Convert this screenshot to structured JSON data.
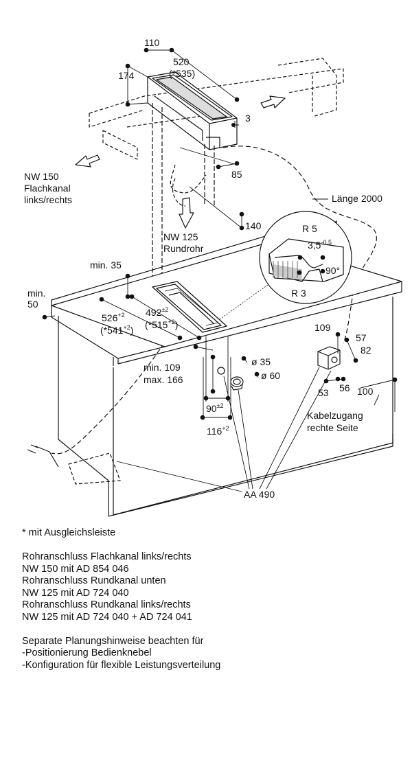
{
  "dims": {
    "d110": "110",
    "d520": "520",
    "d535": "(*535)",
    "d174": "174",
    "d3": "3",
    "d85": "85",
    "d140": "140",
    "min35": "min. 35",
    "min50_a": "min.",
    "min50_b": "50",
    "d526": "526",
    "d526_tol": "+2",
    "d541": "(*541",
    "d541_tol": "+2",
    "d541_close": ")",
    "d492": "492",
    "d492_tol": "±2",
    "d515": "(*515",
    "d515_tol": "+2",
    "d515_close": ")",
    "r5": "R 5",
    "d35": "3,5",
    "d35_tol": "-0,5",
    "d90deg": "90°",
    "r3": "R 3",
    "min109": "min. 109",
    "max166": "max. 166",
    "dia35": "ø 35",
    "dia60": "ø 60",
    "d90": "90",
    "d90_tol": "±2",
    "d116": "116",
    "d116_tol": "+2",
    "d109": "109",
    "d57": "57",
    "d82": "82",
    "d53": "53",
    "d56": "56",
    "d100": "100"
  },
  "labels": {
    "nw150_1": "NW 150",
    "nw150_2": "Flachkanal",
    "nw150_3": "links/rechts",
    "nw125_1": "NW 125",
    "nw125_2": "Rundrohr",
    "laenge": "Länge 2000",
    "kabel_1": "Kabelzugang",
    "kabel_2": "rechte Seite",
    "aa490": "AA 490"
  },
  "notes": {
    "asterisk": "* mit Ausgleichsleiste",
    "l1": "Rohranschluss Flachkanal links/rechts",
    "l2": "NW 150 mit AD 854 046",
    "l3": "Rohranschluss Rundkanal unten",
    "l4": "NW 125 mit AD 724 040",
    "l5": "Rohranschluss Rundkanal links/rechts",
    "l6": "NW 125 mit AD 724 040 + AD 724 041",
    "l7": "Separate Planungshinweise beachten für",
    "l8": "-Positionierung Bedienknebel",
    "l9": "-Konfiguration für flexible Leistungsverteilung"
  }
}
